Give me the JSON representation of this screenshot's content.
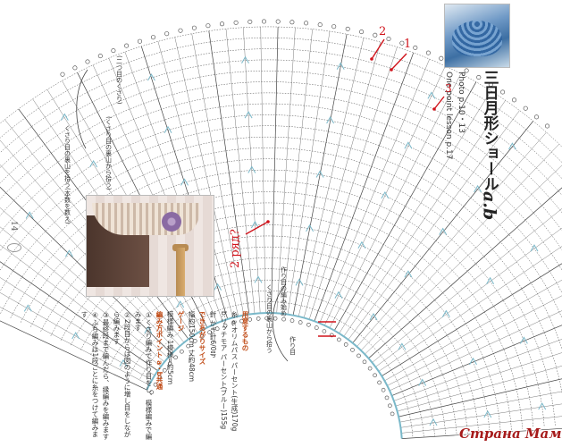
{
  "title": {
    "main": "三日月形ショール",
    "suffix": "a.b",
    "photo_ref": "Photo p.10・13",
    "one_point": "One point lesson p.17"
  },
  "page_number": "14",
  "arrows": {
    "label_1": "1",
    "label_2": "2",
    "label_3": "3",
    "row_label": "2 ряд?"
  },
  "diagram_notes": {
    "side_a": "(二つ目のくさり)",
    "side_b": "(くさり目の裏山から拾う)",
    "side_c": "くさり目の裏山を拾う(本数を数え)",
    "bottom_1": "作り目の編み始め",
    "bottom_2": "くさり目の裏山から拾う",
    "bottom_3": "作り目"
  },
  "instructions": [
    "用意するもの",
    "糸 a:オリムパス パーセント(生成)170g",
    "b:リッチモア パーセント(ブルー)155g",
    "針 かぎ針6/0号",
    "できあがりサイズ",
    "幅約150cm 丈約48cm",
    "ゲージ",
    "模様編み 1模様=約5cm",
    "編み方ポイント a・b共通",
    "①くさり編みで作り目をし、模様編みで編みます",
    "②2段目からは図のように増し目をしながら編みます",
    "③最終段まで編んだら、縁編みを編みます",
    "④ふち編みは1段ごとに糸をつけて編みます"
  ],
  "watermark": "Страна Мам",
  "colors": {
    "ink": "#444444",
    "accent": "#7ab8c9",
    "red": "#d0141c"
  }
}
